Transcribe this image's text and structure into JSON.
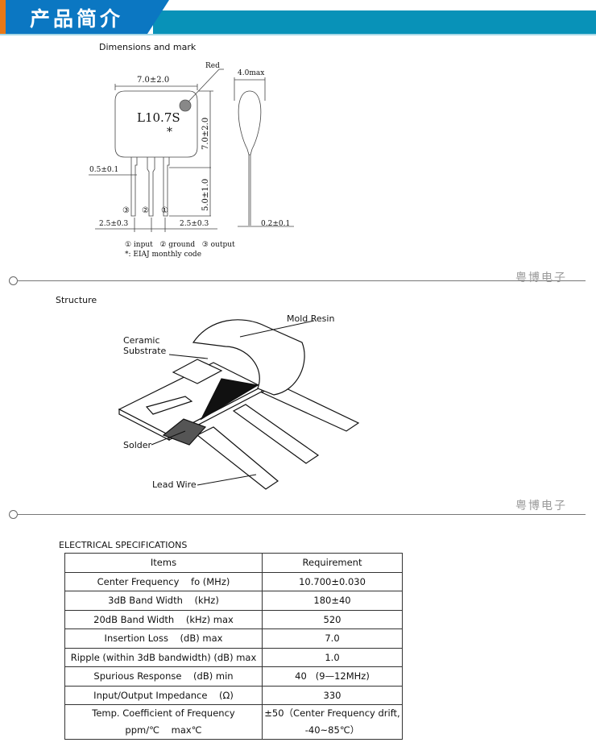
{
  "header": {
    "title": "产品简介",
    "colors": {
      "orange": "#e87817",
      "blue": "#0b77c2",
      "teal": "#0892b8"
    }
  },
  "dimensions": {
    "section_label": "Dimensions and mark",
    "red_label": "Red",
    "width_dim": "7.0±2.0",
    "thickness_dim": "4.0max",
    "height_dim": "7.0±2.0",
    "lead_length_dim": "5.0±1.0",
    "lead_width_dim": "0.5±0.1",
    "lead_thickness_dim": "0.2±0.1",
    "pitch_left": "2.5±0.3",
    "pitch_right": "2.5±0.3",
    "part_mark": "L10.7S",
    "code_mark": "*",
    "pin_3": "③",
    "pin_2": "②",
    "pin_1": "①",
    "legend_pins": "① input   ② ground   ③ output",
    "legend_code": "*: EIAJ monthly code"
  },
  "divider_brand": "粤博电子",
  "structure": {
    "section_label": "Structure",
    "mold_resin": "Mold Resin",
    "ceramic_1": "Ceramic",
    "ceramic_2": "Substrate",
    "solder": "Solder",
    "lead_wire": "Lead Wire"
  },
  "specs": {
    "title": "ELECTRICAL SPECIFICATIONS",
    "headers": [
      "Items",
      "Requirement"
    ],
    "rows": [
      {
        "item": "Center Frequency    fo (MHz)",
        "req": "10.700±0.030"
      },
      {
        "item": "3dB Band Width    (kHz)",
        "req": "180±40"
      },
      {
        "item": "20dB Band Width    (kHz) max",
        "req": "520"
      },
      {
        "item": "Insertion Loss    (dB) max",
        "req": "7.0"
      },
      {
        "item": "Ripple (within 3dB bandwidth) (dB) max",
        "req": "1.0"
      },
      {
        "item": "Spurious Response    (dB) min",
        "req": "40   (9—12MHz)"
      },
      {
        "item": "Input/Output Impedance    (Ω)",
        "req": "330"
      }
    ],
    "last_row": {
      "item_line1": "Temp. Coefficient of Frequency",
      "item_line2": "ppm/℃    max℃",
      "req_line1": "±50（Center Frequency drift,",
      "req_line2": "-40~85℃）"
    }
  }
}
